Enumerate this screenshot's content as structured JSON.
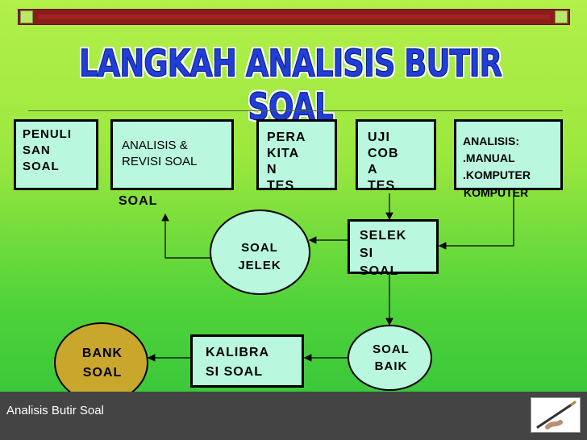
{
  "title": "LANGKAH ANALISIS BUTIR SOAL",
  "nodes": {
    "penulisan": "PENULI\nSAN\nSOAL",
    "analisis_revisi": "ANALISIS &\nREVISI SOAL",
    "analisis_revisi_tail": "SOAL",
    "perakitan": "PERA\nKITA\nN\nTES",
    "uji_coba": "UJI\nCOB\nA\nTES",
    "analisis": "ANALISIS:\n.MANUAL\n.KOMPUTER",
    "analisis_overflow": "KOMPUTER",
    "seleksi": "SELEK\nSI\nSOAL",
    "soal_jelek": "SOAL\nJELEK",
    "soal_baik": "SOAL\nBAIK",
    "kalibrasi": "KALIBRA\nSI SOAL",
    "bank_soal": "BANK\nSOAL"
  },
  "footer": {
    "label": "Analisis Butir Soal"
  },
  "colors": {
    "node_fill": "#b9f7df",
    "bank_fill": "#c9a62c",
    "top_bar": "#8a1c1c",
    "title_blue": "#1f3fd6"
  }
}
